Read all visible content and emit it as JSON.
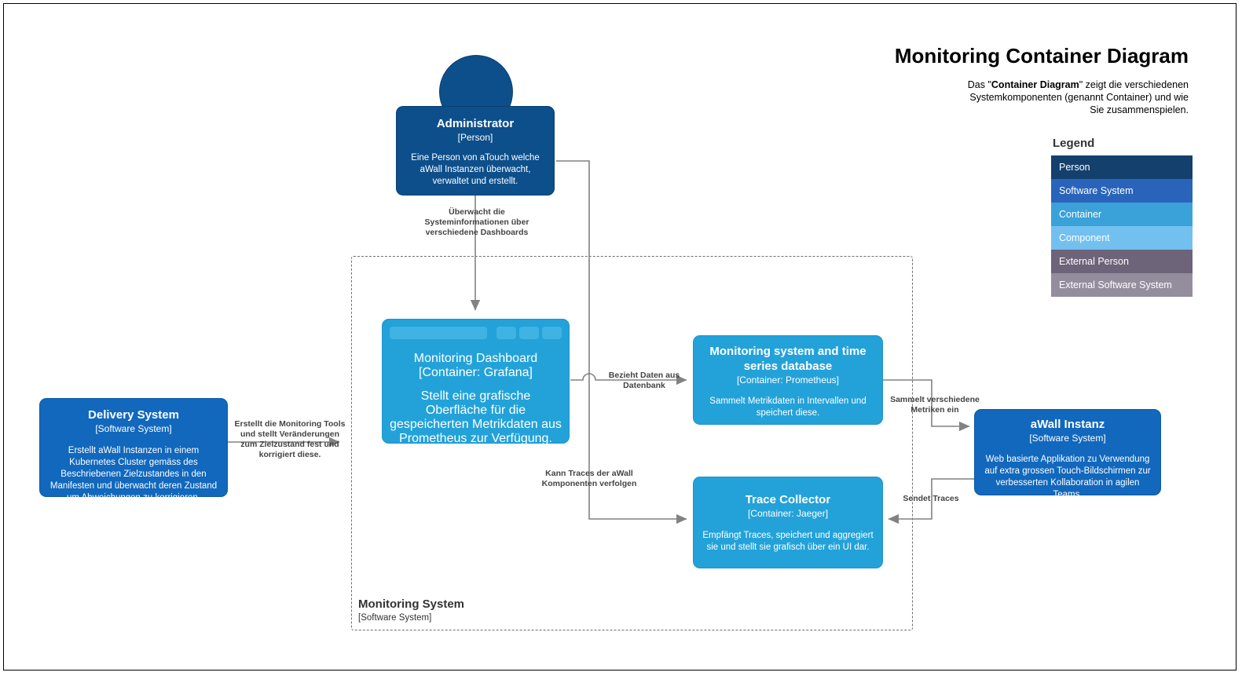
{
  "header": {
    "title": "Monitoring Container Diagram",
    "subtitle_prefix": "Das \"",
    "subtitle_bold": "Container Diagram",
    "subtitle_rest": "\" zeigt die verschiedenen Systemkomponenten (genannt Container) und wie Sie zusammenspielen."
  },
  "legend": {
    "title": "Legend",
    "items": [
      {
        "label": "Person",
        "color": "#14406e"
      },
      {
        "label": "Software System",
        "color": "#2a64ba"
      },
      {
        "label": "Container",
        "color": "#3aa2d8"
      },
      {
        "label": "Component",
        "color": "#72c0ef"
      },
      {
        "label": "External Person",
        "color": "#6d6479"
      },
      {
        "label": "External Software System",
        "color": "#948d9e"
      }
    ]
  },
  "boundary": {
    "title": "Monitoring System",
    "type": "[Software System]"
  },
  "nodes": {
    "administrator": {
      "title": "Administrator",
      "type": "[Person]",
      "desc": "Eine Person von aTouch welche aWall Instanzen überwacht, verwaltet und erstellt."
    },
    "delivery_system": {
      "title": "Delivery System",
      "type": "[Software System]",
      "desc": "Erstellt aWall Instanzen in einem Kubernetes Cluster gemäss des Beschriebenen Zielzustandes in den Manifesten und überwacht deren Zustand um Abweichungen zu korrigieren."
    },
    "monitoring_dashboard": {
      "title": "Monitoring Dashboard",
      "type": "[Container: Grafana]",
      "desc": "Stellt eine grafische Oberfläche für die gespeicherten Metrikdaten aus Prometheus zur Verfügung."
    },
    "prometheus": {
      "title": "Monitoring system and time series database",
      "type": "[Container: Prometheus]",
      "desc": "Sammelt Metrikdaten in Intervallen und speichert diese."
    },
    "trace_collector": {
      "title": "Trace Collector",
      "type": "[Container: Jaeger]",
      "desc": "Empfängt Traces, speichert und aggregiert sie und stellt sie grafisch über ein UI dar."
    },
    "awall": {
      "title": "aWall Instanz",
      "type": "[Software System]",
      "desc": "Web basierte Applikation zu Verwendung auf extra grossen Touch-Bildschirmen zur verbesserten Kollaboration in agilen Teams."
    }
  },
  "edges": {
    "admin_to_dashboard": "Überwacht die Systeminformationen über verschiedene Dashboards",
    "delivery_to_boundary": "Erstellt die Monitoring Tools und stellt Veränderungen zum Zielzustand fest und korrigiert diese.",
    "dashboard_to_prometheus": "Bezieht Daten aus Datenbank",
    "admin_to_traces": "Kann Traces der aWall Komponenten verfolgen",
    "prometheus_to_awall": "Sammelt verschiedene Metriken ein",
    "awall_to_traces": "Sendet Traces"
  }
}
